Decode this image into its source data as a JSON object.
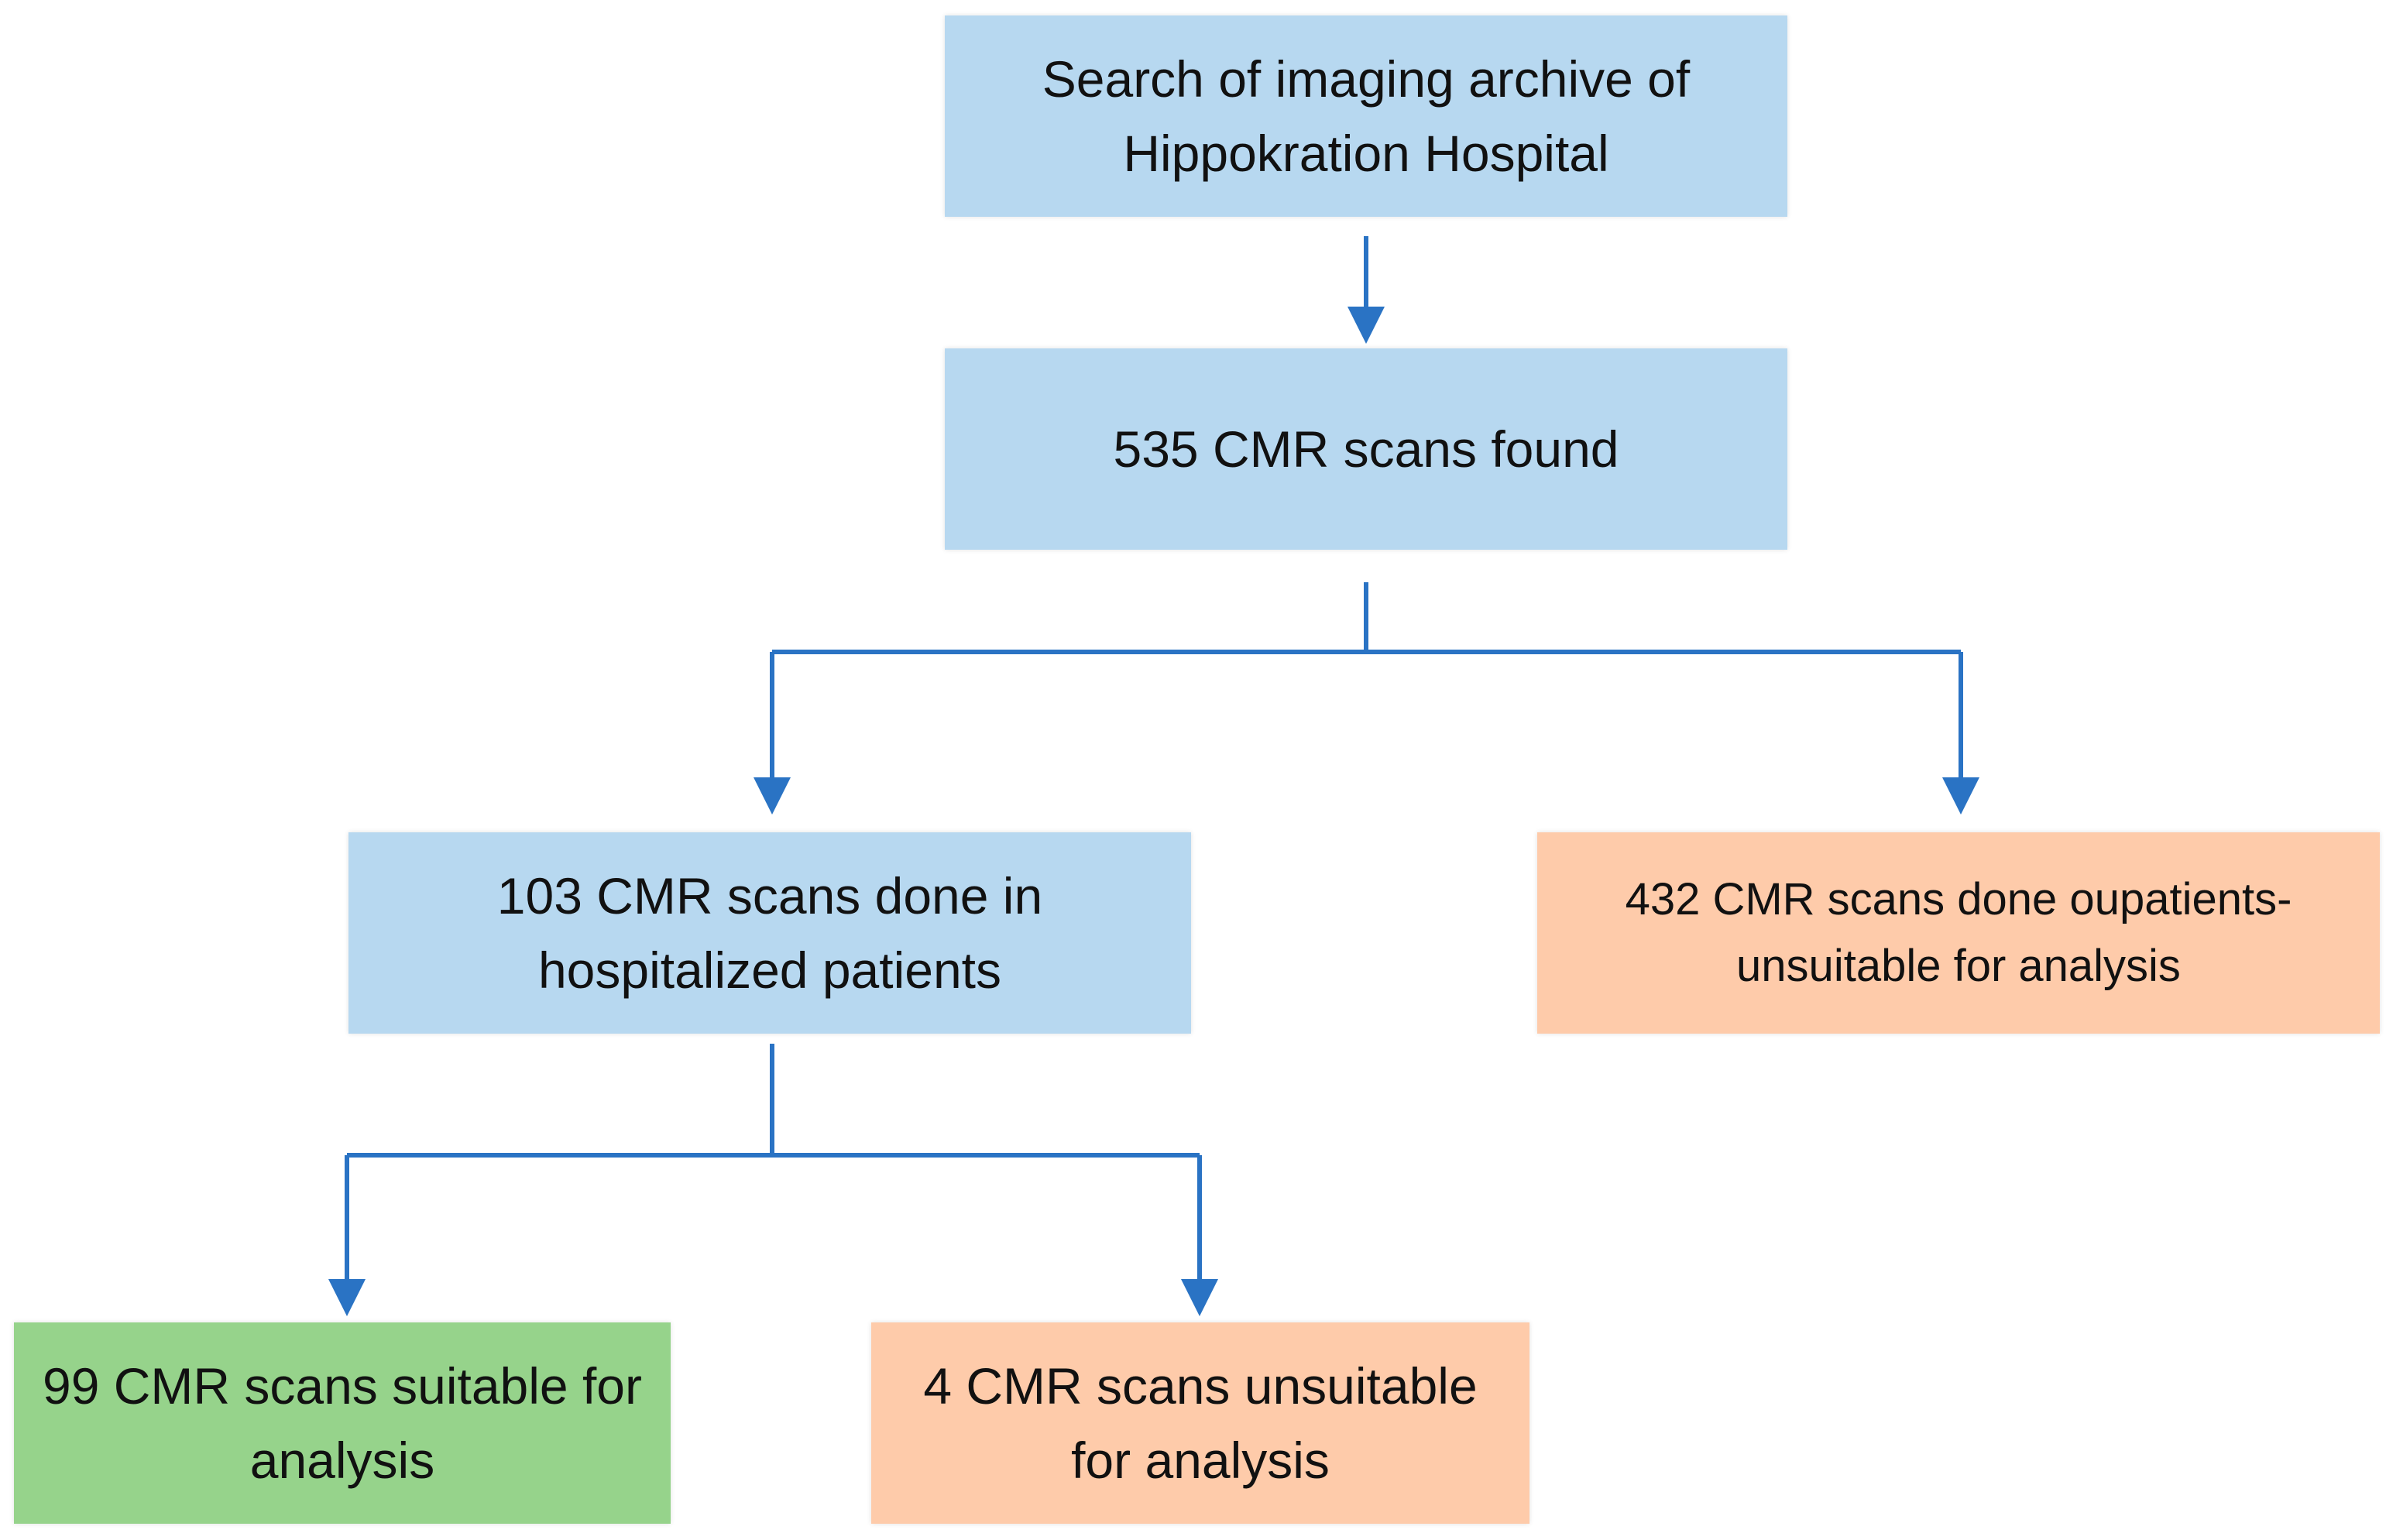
{
  "boxes": {
    "search": "Search of imaging archive of\nHippokration Hospital",
    "found": "535 CMR scans found",
    "hospitalized": "103 CMR scans done in\nhospitalized patients",
    "outpatients": "432 CMR scans done oupatients-\nunsuitable for analysis",
    "suitable": "99 CMR scans suitable for\nanalysis",
    "unsuitable": "4 CMR scans unsuitable\nfor analysis"
  },
  "colors": {
    "blue_box": "#b7d8f0",
    "orange_box": "#fecbaa",
    "green_box": "#96d38b",
    "connector": "#2a73c4"
  }
}
